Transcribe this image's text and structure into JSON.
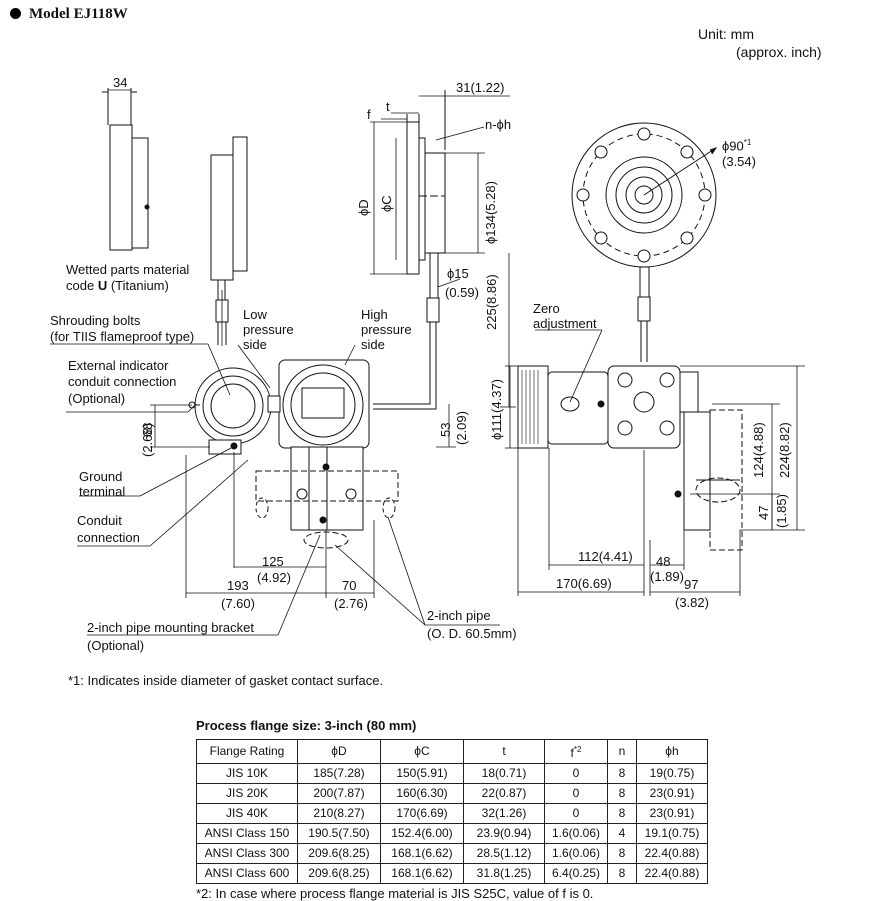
{
  "header": {
    "model": "Model EJ118W",
    "unit": "Unit: mm",
    "unit_note": "(approx. inch)"
  },
  "left_view": {
    "dim_34": "34",
    "wetted_parts_line1": "Wetted parts material",
    "wetted_parts_code": "code ",
    "wetted_parts_code_letter": "U",
    "wetted_parts_material": " (Titanium)",
    "shrouding_bolts": "Shrouding bolts",
    "shrouding_bolts_note": "(for TIIS flameproof type)",
    "low_pressure": [
      "Low",
      "pressure",
      "side"
    ],
    "high_pressure": [
      "High",
      "pressure",
      "side"
    ],
    "ext_indicator": "External indicator",
    "ext_indicator_2": "conduit connection",
    "ext_indicator_3": "(Optional)",
    "ground": "Ground",
    "ground_2": "terminal",
    "conduit": "Conduit",
    "conduit_2": "connection",
    "dim_68": "68",
    "dim_68_in": "(2.68)",
    "dim_53": "53",
    "dim_53_in": "(2.09)",
    "dim_125": "125",
    "dim_125_in": "(4.92)",
    "dim_193": "193",
    "dim_193_in": "(7.60)",
    "dim_70": "70",
    "dim_70_in": "(2.76)",
    "pipe": "2-inch  pipe",
    "pipe_od": "(O. D. 60.5mm)",
    "bracket": "2-inch pipe mounting bracket",
    "bracket_opt": "(Optional)"
  },
  "flange_view": {
    "dim_31": "31(1.22)",
    "t": "t",
    "f": "f",
    "nh": "n-ϕh",
    "phiD": "ϕD",
    "phiC": "ϕC",
    "dim_134": "ϕ134(5.28)",
    "dim_15": "ϕ15",
    "dim_15_in": "(0.59)",
    "dim_225": "225(8.86)"
  },
  "right_view": {
    "dim_90": "ϕ90",
    "dim_90_sup": "*1",
    "dim_90_in": "(3.54)",
    "zero_adj": "Zero",
    "zero_adj_2": "adjustment",
    "dim_111": "ϕ111(4.37)",
    "dim_124": "124(4.88)",
    "dim_224": "224(8.82)",
    "dim_47": "47",
    "dim_47_in": "(1.85)",
    "dim_112": "112(4.41)",
    "dim_48": "48",
    "dim_48_in": "(1.89)",
    "dim_170": "170(6.69)",
    "dim_97": "97",
    "dim_97_in": "(3.82)"
  },
  "footnote1": "*1:  Indicates inside diameter of gasket contact surface.",
  "table": {
    "title": "Process flange size: 3-inch (80 mm)",
    "headers": [
      "Flange Rating",
      "ϕD",
      "ϕC",
      "t",
      "f",
      "n",
      "ϕh"
    ],
    "f_sup": "*2",
    "rows": [
      [
        "JIS 10K",
        "185(7.28)",
        "150(5.91)",
        "18(0.71)",
        "0",
        "8",
        "19(0.75)"
      ],
      [
        "JIS 20K",
        "200(7.87)",
        "160(6.30)",
        "22(0.87)",
        "0",
        "8",
        "23(0.91)"
      ],
      [
        "JIS 40K",
        "210(8.27)",
        "170(6.69)",
        "32(1.26)",
        "0",
        "8",
        "23(0.91)"
      ],
      [
        "ANSI Class 150",
        "190.5(7.50)",
        "152.4(6.00)",
        "23.9(0.94)",
        "1.6(0.06)",
        "4",
        "19.1(0.75)"
      ],
      [
        "ANSI Class 300",
        "209.6(8.25)",
        "168.1(6.62)",
        "28.5(1.12)",
        "1.6(0.06)",
        "8",
        "22.4(0.88)"
      ],
      [
        "ANSI Class 600",
        "209.6(8.25)",
        "168.1(6.62)",
        "31.8(1.25)",
        "6.4(0.25)",
        "8",
        "22.4(0.88)"
      ]
    ]
  },
  "footnote2": "*2:  In case where process flange material is JIS S25C, value of f is 0."
}
